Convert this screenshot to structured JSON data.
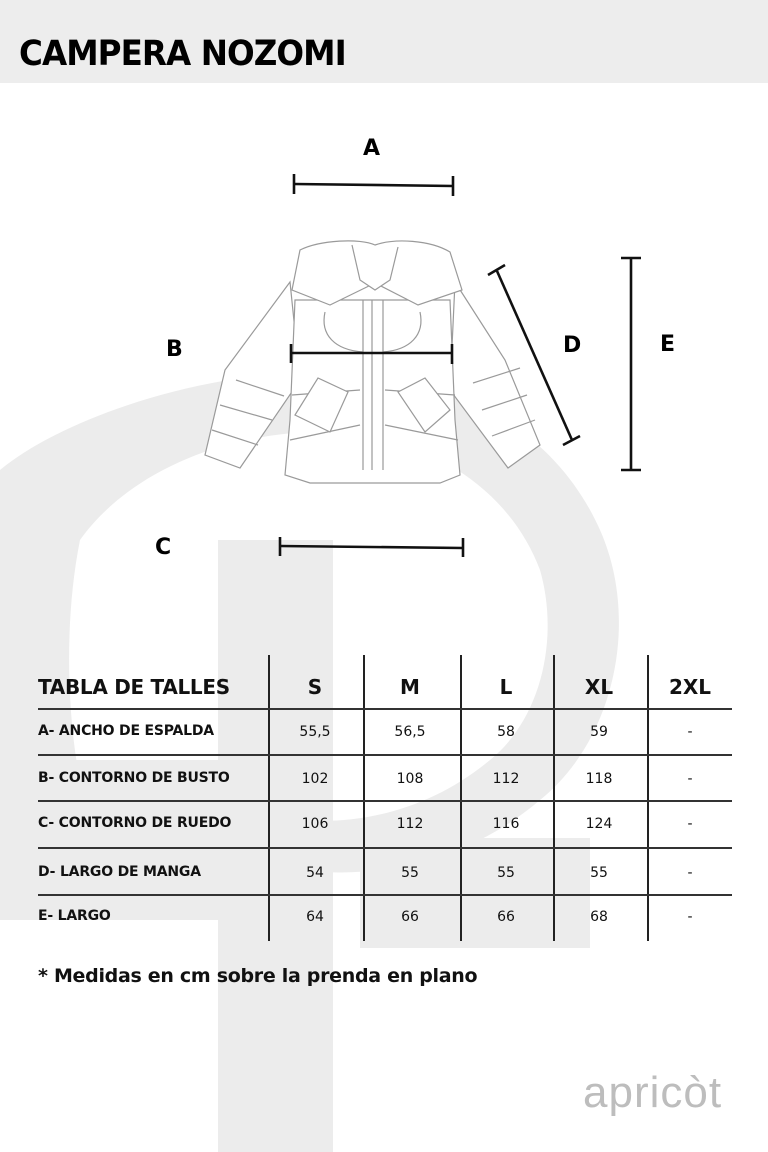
{
  "header": {
    "title": "CAMPERA NOZOMI"
  },
  "diagram": {
    "labels": {
      "a": "A",
      "b": "B",
      "c": "C",
      "d": "D",
      "e": "E"
    }
  },
  "size_table": {
    "title": "TABLA DE TALLES",
    "sizes": [
      "S",
      "M",
      "L",
      "XL",
      "2XL"
    ],
    "rows": [
      {
        "label": "A- ANCHO DE ESPALDA",
        "values": [
          "55,5",
          "56,5",
          "58",
          "59",
          "-"
        ]
      },
      {
        "label": "B- CONTORNO DE BUSTO",
        "values": [
          "102",
          "108",
          "112",
          "118",
          "-"
        ]
      },
      {
        "label": "C- CONTORNO DE RUEDO",
        "values": [
          "106",
          "112",
          "116",
          "124",
          "-"
        ]
      },
      {
        "label": "D- LARGO DE MANGA",
        "values": [
          "54",
          "55",
          "55",
          "55",
          "-"
        ]
      },
      {
        "label": "E- LARGO",
        "values": [
          "64",
          "66",
          "66",
          "68",
          "-"
        ]
      }
    ]
  },
  "footnote": "* Medidas en cm sobre la prenda en plano",
  "brand": {
    "logo_text": "apricòt"
  },
  "colors": {
    "header_bg": "#ededed",
    "watermark": "#ececec",
    "brand_text": "#bdbdbd"
  }
}
